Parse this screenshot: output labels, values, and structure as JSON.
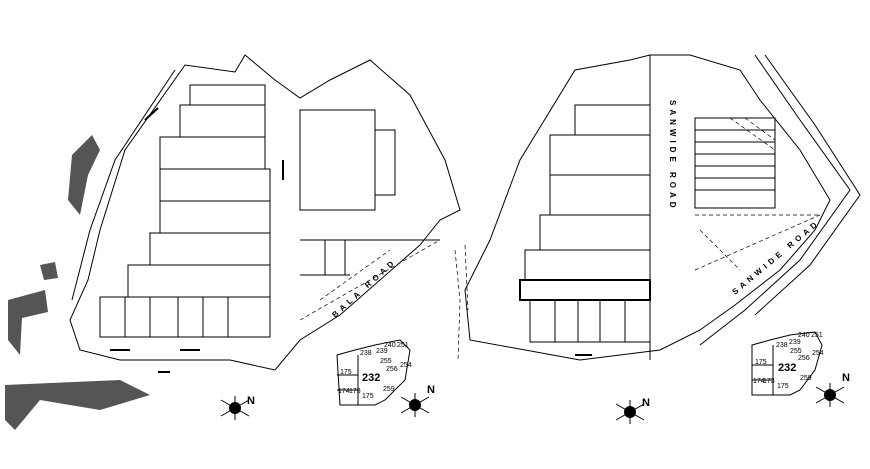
{
  "road_labels": {
    "left_plan": "BALA ROAD",
    "right_plan_vertical": "SANWIDE ROAD",
    "right_plan_diagonal": "SANWIDE ROAD"
  },
  "key_maps": [
    {
      "plot_numbers": [
        "238",
        "239",
        "240",
        "251",
        "255",
        "256",
        "254",
        "232",
        "175",
        "174",
        "173",
        "175",
        "259"
      ],
      "highlighted": "232"
    },
    {
      "plot_numbers": [
        "238",
        "239",
        "240",
        "251",
        "255",
        "256",
        "254",
        "232",
        "175",
        "174",
        "173",
        "175",
        "259"
      ],
      "highlighted": "232"
    }
  ],
  "north_label": "N",
  "colors": {
    "line": "#000000",
    "background": "#ffffff"
  }
}
